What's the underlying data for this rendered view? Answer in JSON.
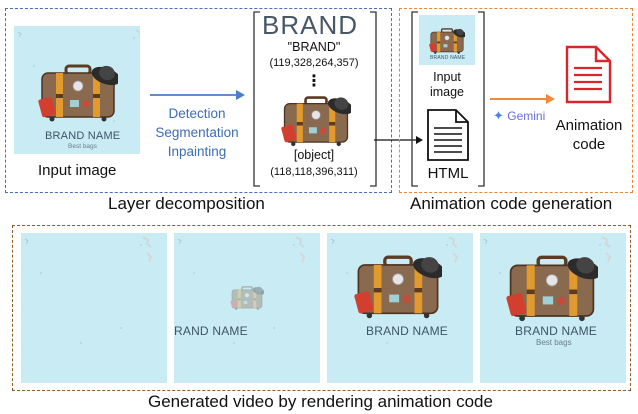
{
  "input_image_caption": "Input image",
  "layer_decomposition_caption": "Layer decomposition",
  "code_generation_caption": "Animation code generation",
  "video_caption": "Generated video by rendering animation code",
  "poster": {
    "brand_name": "BRAND NAME",
    "tagline": "Best bags",
    "partial_brand_name": "RAND NAME"
  },
  "stage_labels": [
    "Detection",
    "Segmentation",
    "Inpainting"
  ],
  "layers": {
    "text_layer_render": "BRAND",
    "text_layer_name": "\"BRAND\"",
    "text_layer_bbox": "(119,328,264,357)",
    "ellipsis": "⋮",
    "object_layer_name": "[object]",
    "object_layer_bbox": "(118,118,396,311)"
  },
  "generation": {
    "input_label_line1": "Input",
    "input_label_line2": "image",
    "html_label": "HTML",
    "model_name": "Gemini",
    "model_icon": "sparkle-icon",
    "output_label_line1": "Animation",
    "output_label_line2": "code"
  },
  "colors": {
    "blue_box": "#4a6fb5",
    "orange_box": "#e8863a",
    "brown_box": "#8a5a2b",
    "arrow_blue": "#4a7cc9",
    "arrow_orange": "#f08a3a",
    "code_file_red": "#d9262c",
    "poster_bg": "#c9ebf3"
  },
  "frames": [
    {
      "suitcase": false,
      "brand": false,
      "tagline": false
    },
    {
      "suitcase": "faded",
      "brand": "partial",
      "tagline": false
    },
    {
      "suitcase": true,
      "brand": true,
      "tagline": false
    },
    {
      "suitcase": true,
      "brand": true,
      "tagline": true
    }
  ]
}
